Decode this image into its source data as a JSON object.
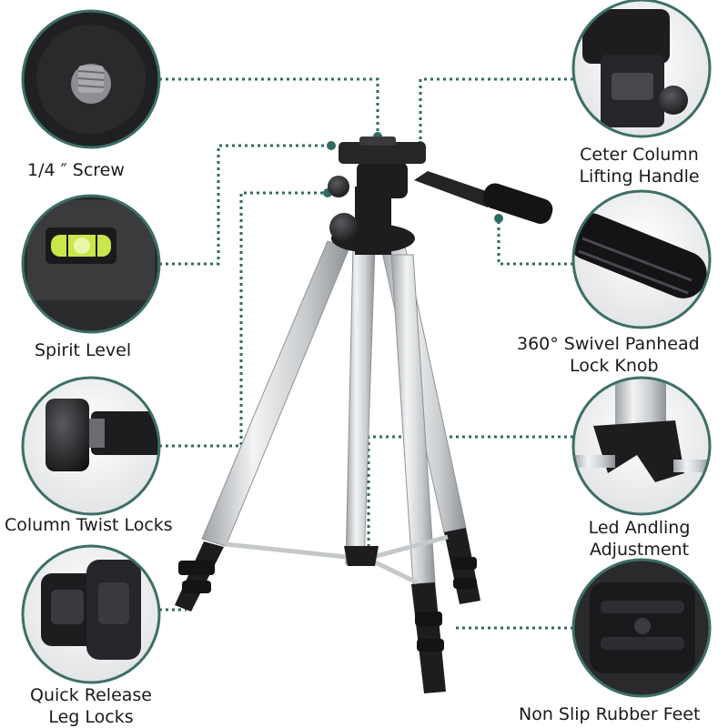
{
  "features": {
    "screw": {
      "line1": "1/4 ″ Screw"
    },
    "spirit_level": {
      "line1": "Spirit Level"
    },
    "column_twist": {
      "line1": "Column Twist Locks"
    },
    "quick_release": {
      "line1": "Quick Release",
      "line2": "Leg Locks"
    },
    "lifting_handle": {
      "line1": "Ceter Column",
      "line2": "Lifting Handle"
    },
    "swivel_knob": {
      "line1": "360° Swivel Panhead",
      "line2": "Lock Knob"
    },
    "leg_angle": {
      "line1": "Led Andling",
      "line2": "Adjustment"
    },
    "rubber_feet": {
      "line1": "Non Slip Rubber Feet"
    }
  },
  "colors": {
    "accent": "#2f6b62",
    "ring": "#3d6f66",
    "metal": "#d6d8da",
    "plastic": "#1d1d1f"
  },
  "icons": [
    "tripod-illustration",
    "screw-detail",
    "spirit-level-detail",
    "twist-lock-detail",
    "leg-lock-detail",
    "handle-detail",
    "knob-detail",
    "leg-angle-detail",
    "rubber-foot-detail"
  ]
}
